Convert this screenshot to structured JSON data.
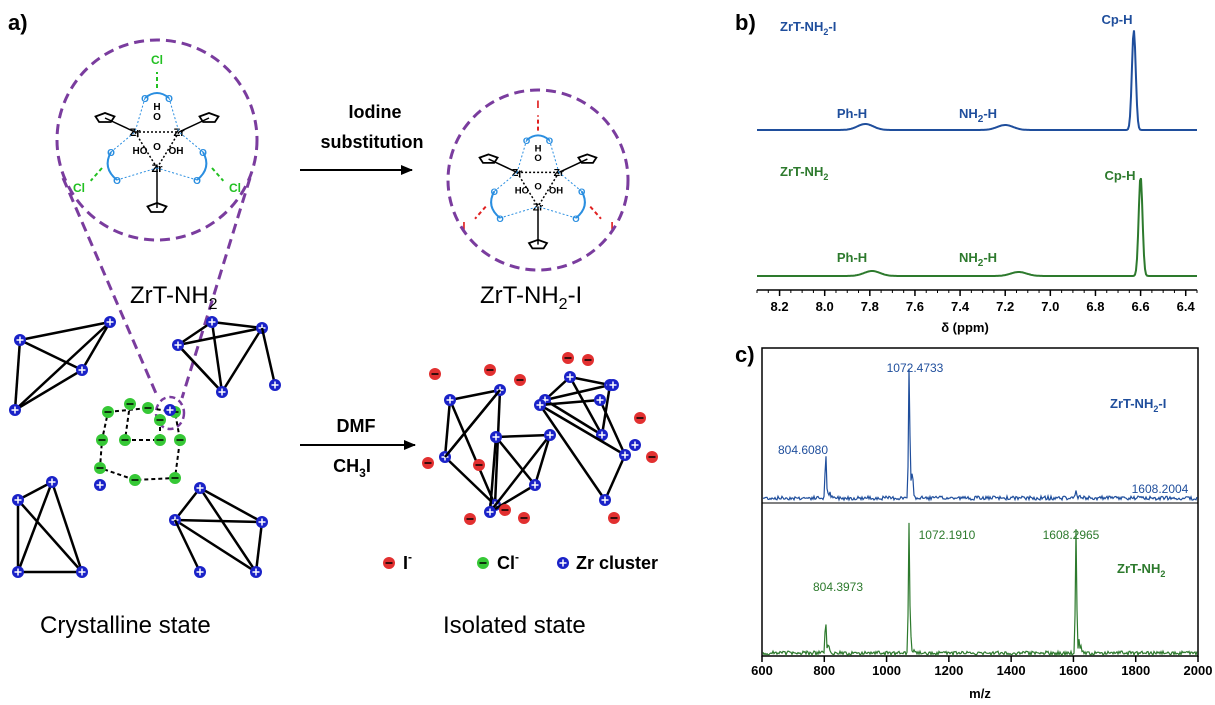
{
  "panels": {
    "a": "a)",
    "b": "b)",
    "c": "c)"
  },
  "scheme": {
    "left_complex_label": "ZrT-NH",
    "left_complex_sub": "2",
    "right_complex_label": "ZrT-NH",
    "right_complex_sub": "2",
    "right_complex_suffix": "-I",
    "arrow_top_line1": "Iodine",
    "arrow_top_line2": "substitution",
    "arrow_bottom_line1": "DMF",
    "arrow_bottom_line2": "CH",
    "arrow_bottom_line2_sub": "3",
    "arrow_bottom_line2_suffix": "I",
    "left_state": "Crystalline state",
    "right_state": "Isolated state",
    "legend_iodide": "I",
    "legend_iodide_sup": "-",
    "legend_chloride": "Cl",
    "legend_chloride_sup": "-",
    "legend_zr": "Zr cluster",
    "atoms": {
      "cl": "Cl",
      "i": "I",
      "zr": "Zr",
      "o": "O",
      "h": "H",
      "ho": "HO",
      "oh": "OH"
    },
    "colors": {
      "purple": "#7a3c9e",
      "blue_cluster": "#1a22c8",
      "red_ion": "#e23030",
      "green_ion": "#36c836",
      "carboxylate": "#2a8ee0",
      "iodine_red": "#e02020",
      "chlorine_green": "#22c022"
    }
  },
  "chart_data": [
    {
      "type": "line",
      "panel": "b)",
      "xlabel": "δ (ppm)",
      "xlim": [
        8.3,
        6.35
      ],
      "x_ticks": [
        "8.2",
        "8.0",
        "7.8",
        "7.6",
        "7.4",
        "7.2",
        "7.0",
        "6.8",
        "6.6",
        "6.4"
      ],
      "series": [
        {
          "name": "ZrT-NH2-I",
          "color": "#1f4e9c",
          "peaks": [
            {
              "label": "Ph-H",
              "x": 7.82,
              "height": 0.06
            },
            {
              "label": "NH2-H",
              "x": 7.2,
              "height": 0.05
            },
            {
              "label": "Cp-H",
              "x": 6.63,
              "height": 1.0
            }
          ]
        },
        {
          "name": "ZrT-NH2",
          "color": "#2d7a2d",
          "peaks": [
            {
              "label": "Ph-H",
              "x": 7.79,
              "height": 0.05
            },
            {
              "label": "NH2-H",
              "x": 7.14,
              "height": 0.04
            },
            {
              "label": "Cp-H",
              "x": 6.6,
              "height": 1.0
            }
          ]
        }
      ]
    },
    {
      "type": "line",
      "panel": "c)",
      "xlabel": "m/z",
      "xlim": [
        600,
        2000
      ],
      "x_ticks": [
        "600",
        "800",
        "1000",
        "1200",
        "1400",
        "1600",
        "1800",
        "2000"
      ],
      "series": [
        {
          "name": "ZrT-NH2-I",
          "color": "#1f4e9c",
          "peaks": [
            {
              "x": 804.608,
              "label": "804.6080",
              "height": 0.33
            },
            {
              "x": 1072.4733,
              "label": "1072.4733",
              "height": 1.0
            },
            {
              "x": 1608.2004,
              "label": "1608.2004",
              "height": 0.07
            }
          ]
        },
        {
          "name": "ZrT-NH2",
          "color": "#2d7a2d",
          "peaks": [
            {
              "x": 804.3973,
              "label": "804.3973",
              "height": 0.25
            },
            {
              "x": 1072.191,
              "label": "1072.1910",
              "height": 1.0
            },
            {
              "x": 1608.2965,
              "label": "1608.2965",
              "height": 0.95
            }
          ]
        }
      ]
    }
  ],
  "nmr": {
    "blue_title": "ZrT-NH",
    "blue_title_sub": "2",
    "blue_title_suffix": "-I",
    "green_title": "ZrT-NH",
    "green_title_sub": "2",
    "ph_label": "Ph-H",
    "nh_label": "NH",
    "nh_sub": "2",
    "nh_suffix": "-H",
    "cp_label": "Cp-H",
    "xlabel": "δ (ppm)"
  },
  "ms": {
    "blue_title": "ZrT-NH",
    "blue_title_sub": "2",
    "blue_title_suffix": "-I",
    "green_title": "ZrT-NH",
    "green_title_sub": "2",
    "xlabel": "m/z"
  }
}
